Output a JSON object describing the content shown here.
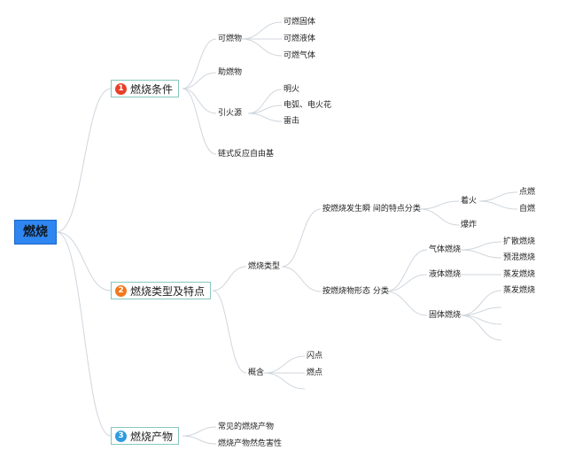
{
  "root": {
    "label": "燃烧"
  },
  "categories": [
    {
      "badge": "1",
      "label": "燃烧条件",
      "color": "#e8402a"
    },
    {
      "badge": "2",
      "label": "燃烧类型及特点",
      "color": "#f2781e"
    },
    {
      "badge": "3",
      "label": "燃烧产物",
      "color": "#2f9be0"
    }
  ],
  "conditions": {
    "combustible": {
      "label": "可燃物",
      "items": [
        "可燃固体",
        "可燃液体",
        "可燃气体"
      ]
    },
    "oxidizer": {
      "label": "助燃物"
    },
    "ignition": {
      "label": "引火源",
      "items": [
        "明火",
        "电弧、电火花",
        "雷击"
      ]
    },
    "radical": {
      "label": "链式反应自由基"
    }
  },
  "types": {
    "label": "燃烧类型",
    "by_moment": {
      "label": "按燃烧发生瞬 间的特点分类",
      "ignite": {
        "label": "着火",
        "items": [
          "点燃",
          "自燃"
        ]
      },
      "explode": {
        "label": "爆炸"
      }
    },
    "by_state": {
      "label": "按燃烧物形态 分类",
      "gas": {
        "label": "气体燃烧",
        "items": [
          "扩散燃烧",
          "预混燃烧"
        ]
      },
      "liquid": {
        "label": "液体燃烧",
        "items": [
          "蒸发燃烧"
        ]
      },
      "solid": {
        "label": "固体燃烧",
        "items": [
          "蒸发燃烧"
        ]
      }
    }
  },
  "concepts": {
    "label": "概含",
    "items": [
      "闪点",
      "燃点"
    ]
  },
  "products": {
    "items": [
      "常见的燃烧产物",
      "燃烧产物然危害性"
    ]
  }
}
